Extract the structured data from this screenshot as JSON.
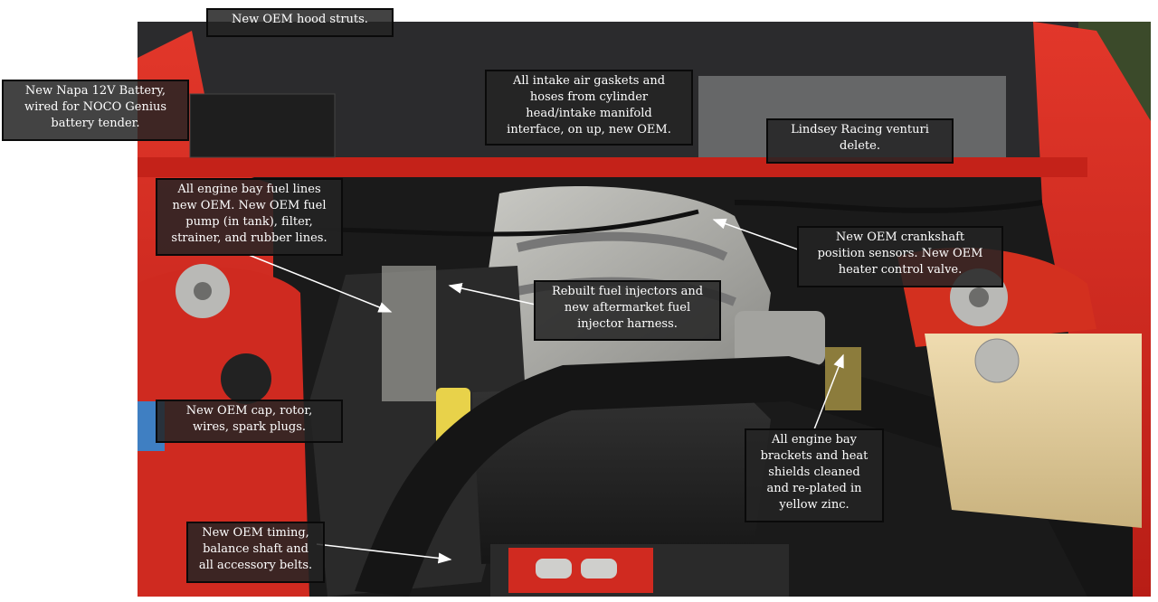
{
  "image": {
    "subject": "engine-bay",
    "colors": {
      "body_red": "#d8281e",
      "engine_dark": "#1e1e1e",
      "intake_silver": "#a7a7a3",
      "label_bg": "#242424",
      "label_text": "#ffffff"
    }
  },
  "annotations": [
    {
      "id": "hood-struts",
      "text": "New OEM hood struts."
    },
    {
      "id": "battery",
      "text": "New Napa 12V Battery,\nwired for NOCO Genius\nbattery tender."
    },
    {
      "id": "intake-gaskets",
      "text": "All intake air gaskets and\nhoses from cylinder\nhead/intake manifold\ninterface, on up, new OEM."
    },
    {
      "id": "venturi",
      "text": "Lindsey Racing venturi\ndelete."
    },
    {
      "id": "fuel-lines",
      "text": "All engine bay fuel lines\nnew OEM. New OEM fuel\npump (in tank), filter,\nstrainer, and rubber lines."
    },
    {
      "id": "crankshaft",
      "text": "New OEM crankshaft\nposition sensors. New OEM\nheater control valve."
    },
    {
      "id": "injectors",
      "text": "Rebuilt fuel injectors and\nnew aftermarket fuel\ninjector harness."
    },
    {
      "id": "ignition",
      "text": "New OEM cap, rotor,\nwires, spark plugs."
    },
    {
      "id": "brackets",
      "text": "All engine bay\nbrackets and heat\nshields cleaned\nand re-plated in\nyellow zinc."
    },
    {
      "id": "belts",
      "text": "New OEM timing,\nbalance shaft  and\nall accessory belts."
    }
  ]
}
